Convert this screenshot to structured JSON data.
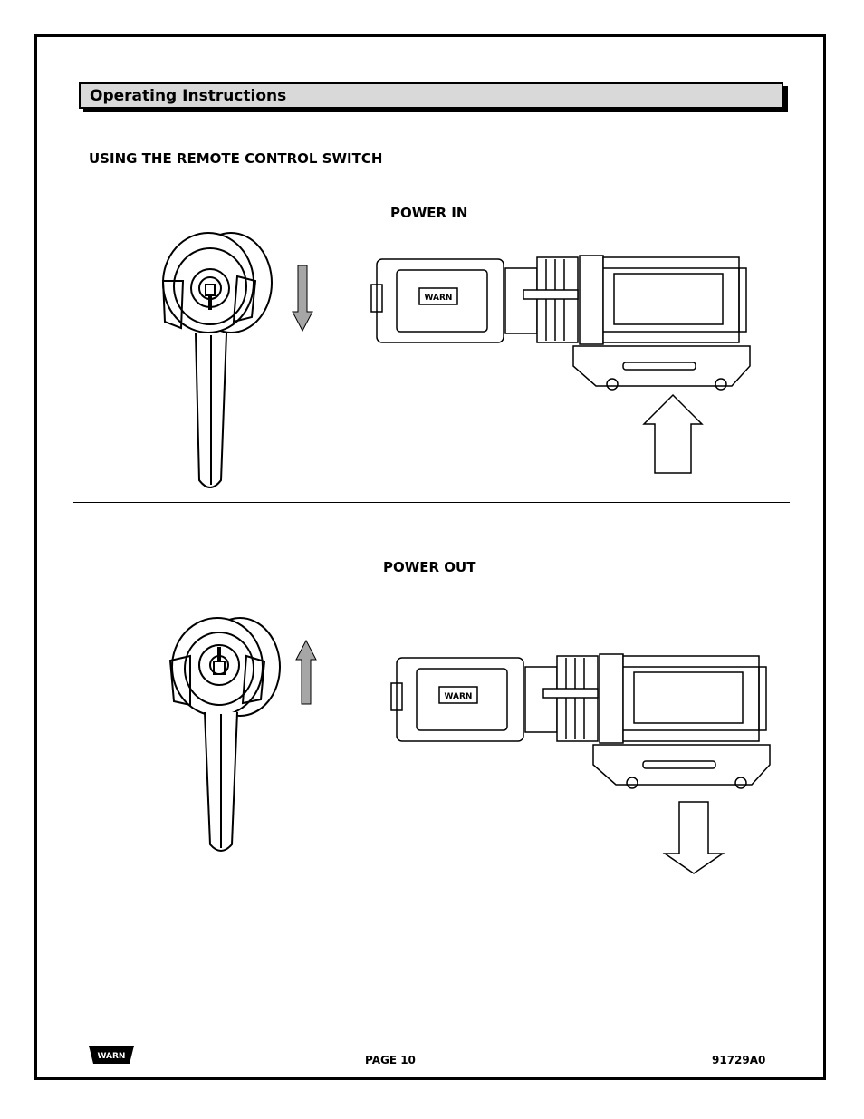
{
  "section": {
    "title": "Operating Instructions"
  },
  "subheading": "USING THE REMOTE CONTROL SWITCH",
  "power_in": {
    "label": "POWER IN"
  },
  "power_out": {
    "label": "POWER OUT"
  },
  "winch": {
    "brand_text": "WARN"
  },
  "footer": {
    "logo_text": "WARN",
    "page": "PAGE 10",
    "doc_number": "91729A0"
  },
  "icons": [
    "remote-switch-icon",
    "arrow-down-icon",
    "arrow-up-icon",
    "winch-icon",
    "warn-logo-icon"
  ],
  "colors": {
    "header_bg": "#d9d9d9",
    "arrow_fill": "#a6a6a6",
    "line": "#000000"
  }
}
